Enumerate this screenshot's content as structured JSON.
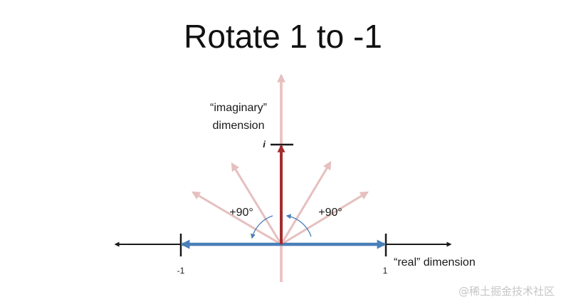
{
  "title": "Rotate 1 to -1",
  "labels": {
    "imaginary_line1": "“imaginary”",
    "imaginary_line2": "dimension",
    "i_tick": "i",
    "angle_left": "+90°",
    "angle_right": "+90°",
    "neg_one": "-1",
    "one": "1",
    "real_dimension": "“real” dimension"
  },
  "watermark": "@稀土掘金技术社区",
  "colors": {
    "axis": "#1a1a1a",
    "real_vector": "#4a7fb8",
    "imaginary_vector": "#a32d2d",
    "faded_vector": "#e6bfbf",
    "faded_axis": "#ecc4c4",
    "angle_arc": "#4a7fb8"
  }
}
